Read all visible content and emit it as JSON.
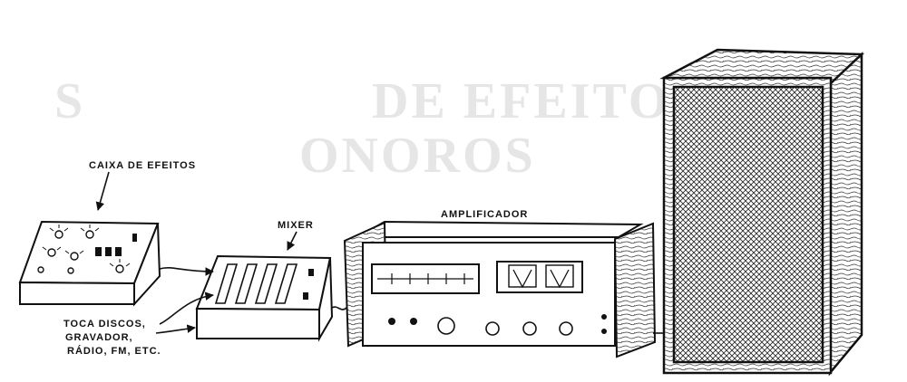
{
  "labels": {
    "effects_box": "CAIXA DE EFEITOS",
    "mixer": "MIXER",
    "amplifier": "AMPLIFICADOR",
    "sources_line1": "TOCA DISCOS,",
    "sources_line2": "GRAVADOR,",
    "sources_line3": "RÁDIO, FM, ETC."
  },
  "colors": {
    "ink": "#111111",
    "paper": "#ffffff",
    "ghost": "#e6e6e6"
  }
}
